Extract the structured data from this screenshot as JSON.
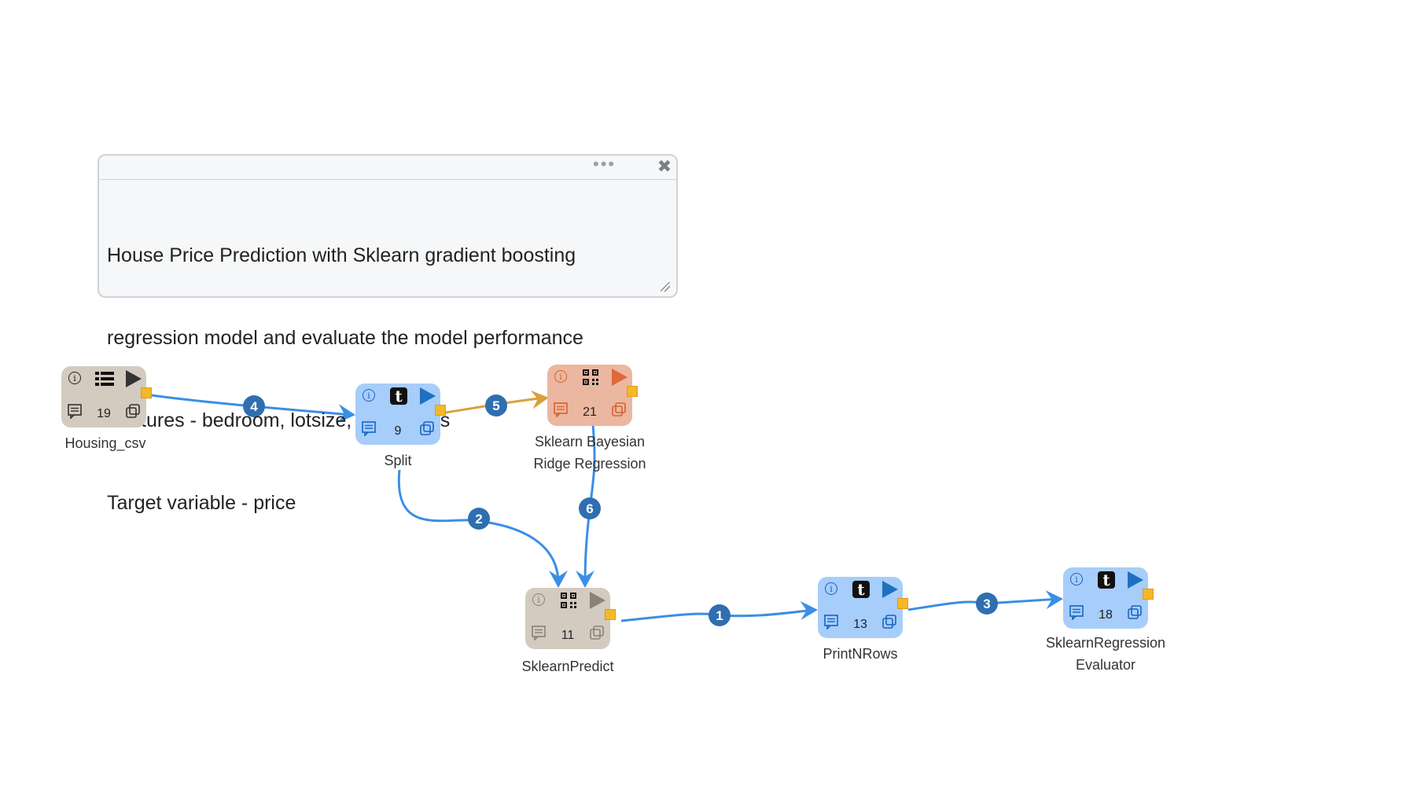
{
  "note": {
    "lines": [
      "House Price Prediction with Sklearn gradient boosting",
      "regression model and evaluate the model performance",
      "Features - bedroom, lotsize, bathrooms",
      "Target variable - price"
    ],
    "dots": "•••",
    "close": "✖"
  },
  "nodes": [
    {
      "key": "housing",
      "id": "19",
      "label1": "Housing_csv",
      "label2": "",
      "color": "tan",
      "icon": "table-list-icon"
    },
    {
      "key": "split",
      "id": "9",
      "label1": "Split",
      "label2": "",
      "color": "blue",
      "icon": "t-icon"
    },
    {
      "key": "bayes",
      "id": "21",
      "label1": "Sklearn Bayesian",
      "label2": "Ridge Regression",
      "color": "salmon",
      "icon": "qr-icon"
    },
    {
      "key": "predict",
      "id": "11",
      "label1": "SklearnPredict",
      "label2": "",
      "color": "tan",
      "icon": "qr-icon"
    },
    {
      "key": "print",
      "id": "13",
      "label1": "PrintNRows",
      "label2": "",
      "color": "blue",
      "icon": "t-icon"
    },
    {
      "key": "evaluator",
      "id": "18",
      "label1": "SklearnRegression",
      "label2": "Evaluator",
      "color": "blue",
      "icon": "t-icon"
    }
  ],
  "edges": [
    {
      "label": "4",
      "from": "housing",
      "to": "split",
      "color": "#3a8ee6"
    },
    {
      "label": "5",
      "from": "split",
      "to": "bayes",
      "color": "#d9a03a"
    },
    {
      "label": "2",
      "from": "split",
      "to": "predict",
      "color": "#3a8ee6"
    },
    {
      "label": "6",
      "from": "bayes",
      "to": "predict",
      "color": "#3a8ee6"
    },
    {
      "label": "1",
      "from": "predict",
      "to": "print",
      "color": "#3a8ee6"
    },
    {
      "label": "3",
      "from": "print",
      "to": "evaluator",
      "color": "#3a8ee6"
    }
  ],
  "colors": {
    "badge": "#2f6eb0",
    "port": "#f5b829",
    "blue_node": "#a7cdfb",
    "tan_node": "#d3cbbf",
    "salmon_node": "#ebb7a0"
  }
}
